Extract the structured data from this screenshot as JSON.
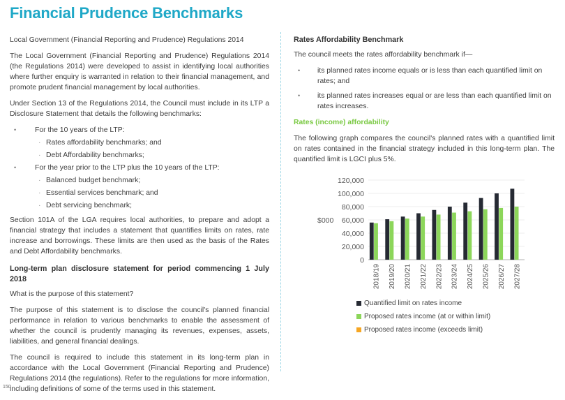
{
  "title": "Financial Prudence Benchmarks",
  "left": {
    "intro_line": "Local Government (Financial Reporting and Prudence) Regulations 2014",
    "para1": "The Local Government (Financial Reporting and Prudence) Regulations 2014 (the Regulations 2014) were developed to assist in identifying local authorities where further enquiry is warranted in relation to their financial management, and promote prudent financial management by local authorities.",
    "para2": "Under Section 13 of the Regulations 2014, the Council must include in its LTP a Disclosure Statement that details the following benchmarks:",
    "bullet1": "For the 10 years of the LTP:",
    "bullet1_sub": [
      "Rates affordability benchmarks; and",
      "Debt Affordability benchmarks;"
    ],
    "bullet2": "For the year prior to the LTP plus the 10 years of the LTP:",
    "bullet2_sub": [
      "Balanced budget benchmark;",
      "Essential services benchmark; and",
      "Debt servicing benchmark;"
    ],
    "para3": "Section 101A of the LGA requires local authorities, to prepare and adopt a financial strategy that includes a statement that quantifies limits on rates, rate increase and borrowings. These limits are then used as the basis of the Rates and Debt Affordability benchmarks.",
    "heading2": "Long-term plan disclosure statement for period commencing 1 July 2018",
    "question": "What is the purpose of this statement?",
    "para4": "The purpose of this statement is to disclose the council's planned financial performance in relation to various benchmarks to enable the assessment of whether the council is prudently managing its revenues, expenses, assets, liabilities, and general financial dealings.",
    "para5": "The council is required to include this statement in its long-term plan in accordance with the Local Government (Financial Reporting and Prudence) Regulations 2014 (the regulations). Refer to the regulations for more information, including definitions of some of the terms used in this statement."
  },
  "right": {
    "heading": "Rates Affordability Benchmark",
    "lead": "The council meets the rates affordability benchmark if—",
    "bullets": [
      "its planned rates income equals or is less than each quantified limit on rates; and",
      "its planned rates increases equal or are less than each quantified limit on rates increases."
    ],
    "subheading": "Rates (income) affordability",
    "para": "The following graph compares the council's planned rates with a quantified limit on rates contained in the financial strategy included in this long-term plan. The quantified limit is LGCI plus 5%."
  },
  "chart_data": {
    "type": "bar",
    "ylabel": "$000",
    "ylim": [
      0,
      120000
    ],
    "yticks": [
      "0",
      "20,000",
      "40,000",
      "60,000",
      "80,000",
      "100,000",
      "120,000"
    ],
    "categories": [
      "2018/19",
      "2019/20",
      "2020/21",
      "2021/22",
      "2022/23",
      "2023/24",
      "2024/25",
      "2025/26",
      "2026/27",
      "2027/28"
    ],
    "series": [
      {
        "name": "Quantified limit on rates income",
        "color": "#262a33",
        "values": [
          56000,
          61000,
          65000,
          70000,
          75000,
          80000,
          86000,
          93000,
          100000,
          107000
        ]
      },
      {
        "name": "Proposed rates income (at or within limit)",
        "color": "#8cd65a",
        "values": [
          55000,
          58000,
          62000,
          65000,
          68000,
          71000,
          73000,
          76000,
          78000,
          80000
        ]
      },
      {
        "name": "Proposed rates income (exceeds limit)",
        "color": "#f6a623",
        "values": [
          0,
          0,
          0,
          0,
          0,
          0,
          0,
          0,
          0,
          0
        ]
      }
    ],
    "grid": true,
    "legend": "bottom"
  },
  "page_number": "150"
}
